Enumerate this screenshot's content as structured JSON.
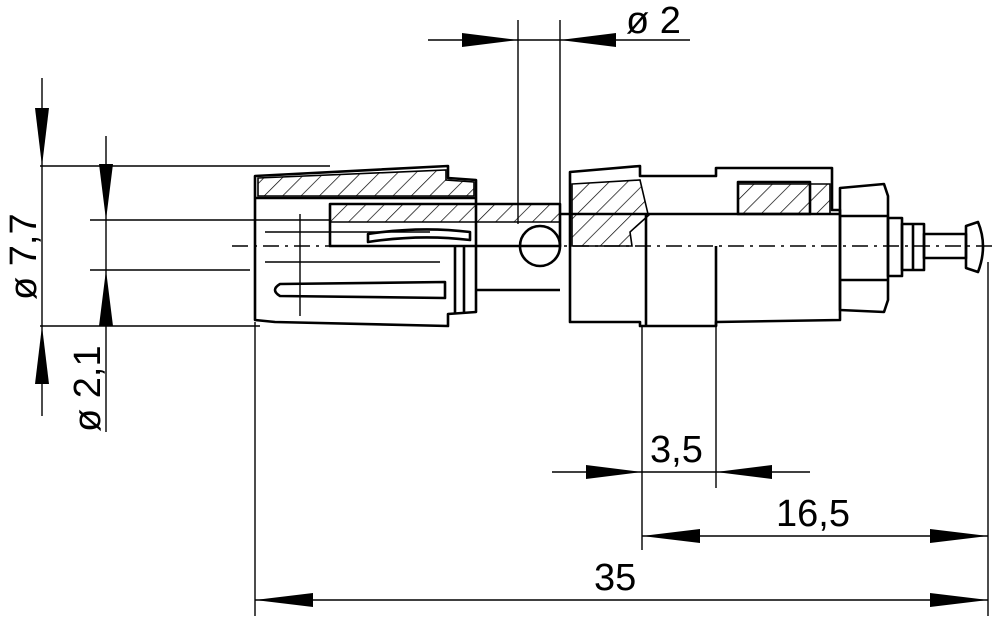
{
  "dimensions": {
    "dia_2": "ø 2",
    "dia_7_7": "ø 7,7",
    "dia_2_1": "ø 2,1",
    "len_3_5": "3,5",
    "len_16_5": "16,5",
    "len_35": "35"
  },
  "colors": {
    "line": "#000000",
    "background": "#ffffff"
  }
}
